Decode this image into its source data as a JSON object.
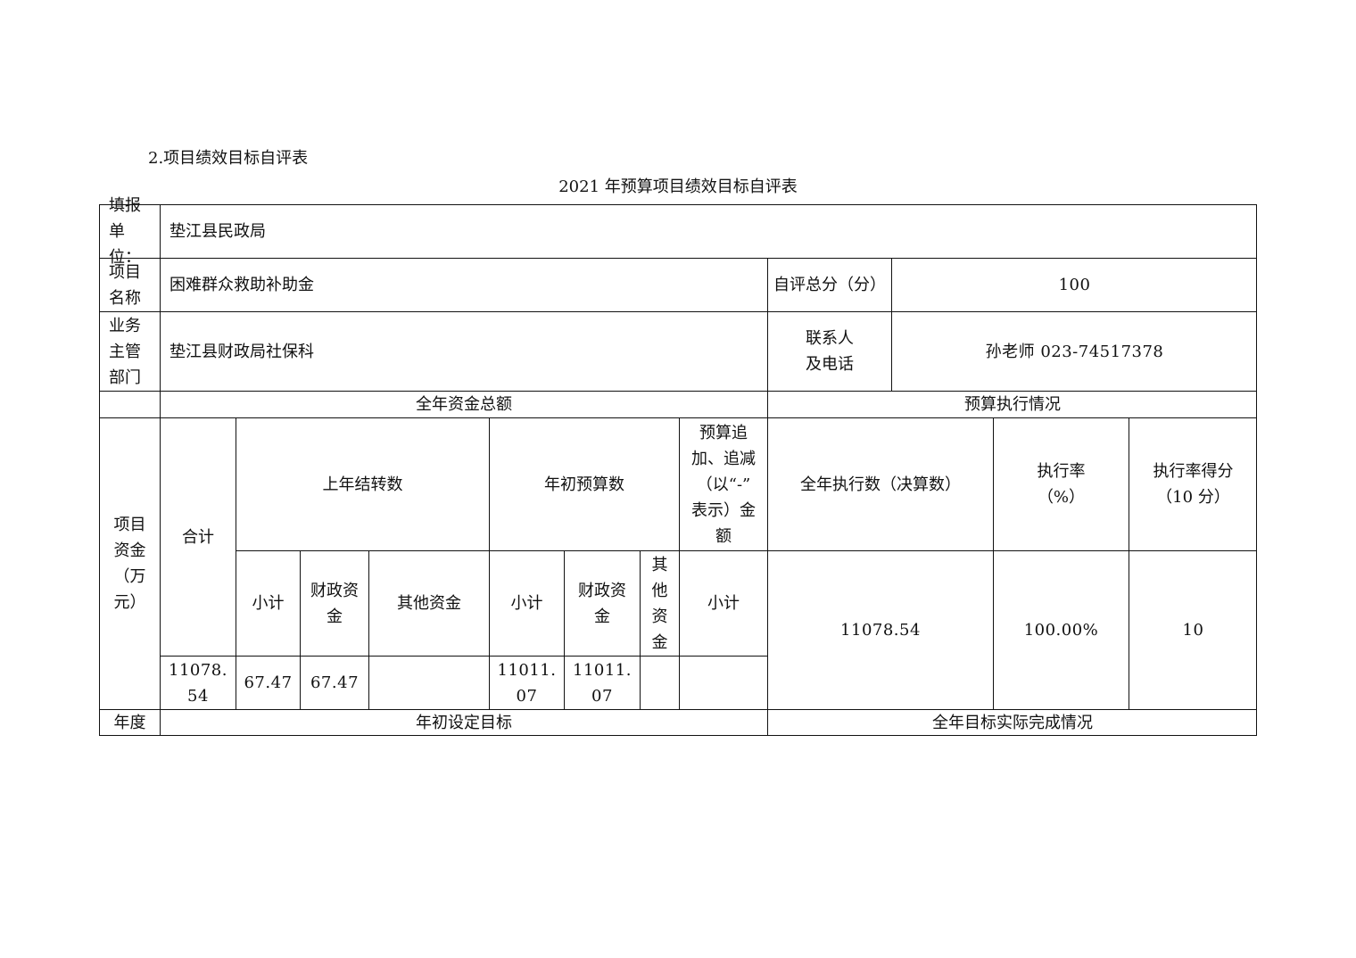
{
  "section_heading": "2.项目绩效目标自评表",
  "table_title": "2021 年预算项目绩效目标自评表",
  "header": {
    "unit_label": "填报\n单位：",
    "unit_value": "垫江县民政局",
    "project_label": "项目\n名称",
    "project_value": "困难群众救助补助金",
    "score_label": "自评总分（分）",
    "score_value": "100",
    "dept_label": "业务\n主管\n部门",
    "dept_value": "垫江县财政局社保科",
    "contact_label": "联系人\n及电话",
    "contact_value": "孙老师 023-74517378"
  },
  "funds": {
    "total_header": "全年资金总额",
    "exec_header": "预算执行情况",
    "row_label": "项目\n资金\n（万\n元）",
    "col_total": "合计",
    "col_prev": "上年结转数",
    "col_initial": "年初预算数",
    "col_adjust": "预算追\n加、追减\n（以“-”\n表示）金\n额",
    "col_exec": "全年执行数（决算数）",
    "col_rate": "执行率\n（%）",
    "col_rate_score": "执行率得分\n（10 分）",
    "sub_subtotal": "小计",
    "sub_fiscal": "财政资\n金",
    "sub_other": "其他资金",
    "sub_other_narrow": "其\n他\n资\n金",
    "values": {
      "total": "11078.\n54",
      "prev_subtotal": "67.47",
      "prev_fiscal": "67.47",
      "prev_other": "",
      "init_subtotal": "11011.\n07",
      "init_fiscal": "11011.\n07",
      "init_other": "",
      "adjust": "",
      "exec": "11078.54",
      "rate": "100.00%",
      "rate_score": "10"
    }
  },
  "goals": {
    "year_label": "年度",
    "initial_goal_header": "年初设定目标",
    "actual_header": "全年目标实际完成情况"
  }
}
